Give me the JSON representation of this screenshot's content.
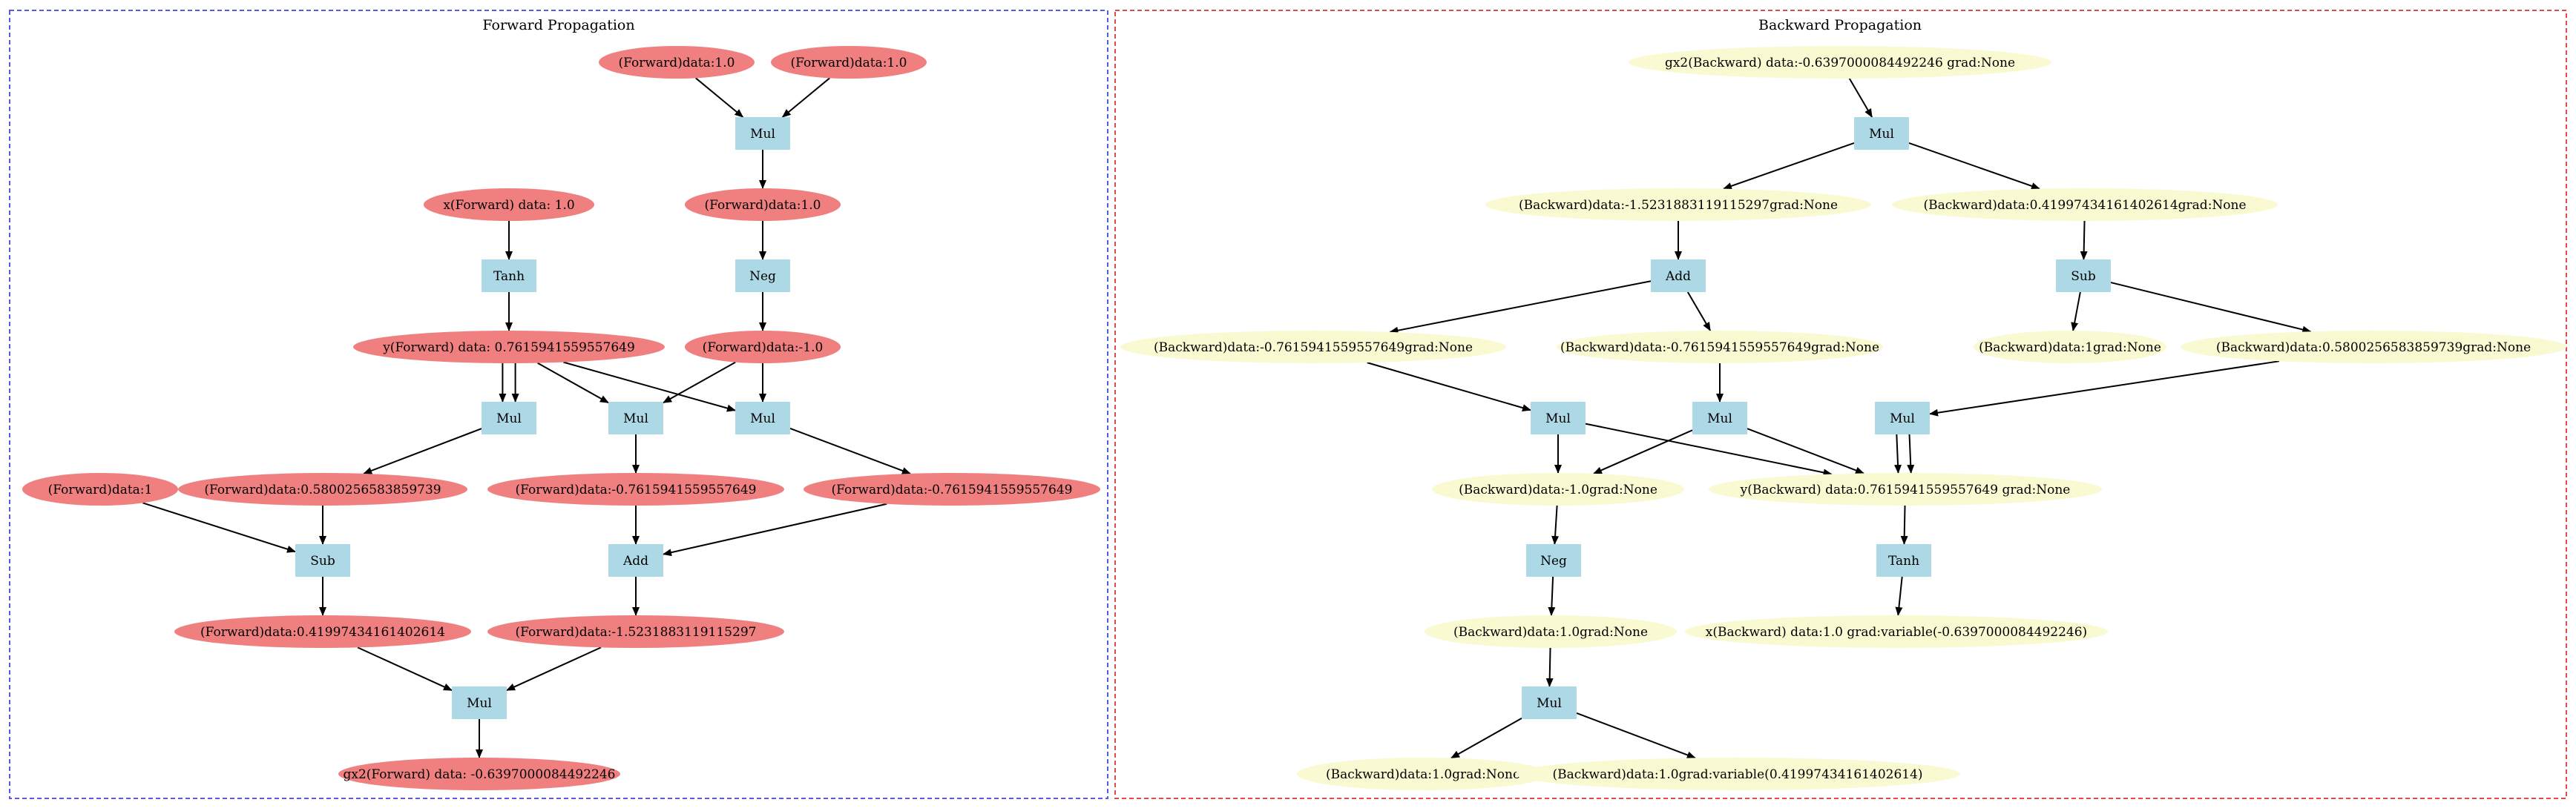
{
  "colors": {
    "forward_panel_border": "#5a5adf",
    "backward_panel_border": "#df4a4a",
    "forward_node_fill": "#f08080",
    "backward_node_fill": "#fafad2",
    "op_node_fill": "#add8e6",
    "edge": "#000000"
  },
  "forward": {
    "title": "Forward Propagation",
    "nodes": [
      {
        "id": "f_a1",
        "shape": "ellipse",
        "label": "(Forward)data:1.0"
      },
      {
        "id": "f_a2",
        "shape": "ellipse",
        "label": "(Forward)data:1.0"
      },
      {
        "id": "f_mul1",
        "shape": "box",
        "label": "Mul"
      },
      {
        "id": "f_x",
        "shape": "ellipse",
        "label": "x(Forward) data: 1.0"
      },
      {
        "id": "f_c1",
        "shape": "ellipse",
        "label": "(Forward)data:1.0"
      },
      {
        "id": "f_tanh",
        "shape": "box",
        "label": "Tanh"
      },
      {
        "id": "f_neg",
        "shape": "box",
        "label": "Neg"
      },
      {
        "id": "f_y",
        "shape": "ellipse",
        "label": "y(Forward) data: 0.7615941559557649"
      },
      {
        "id": "f_cm1",
        "shape": "ellipse",
        "label": "(Forward)data:-1.0"
      },
      {
        "id": "f_mul2",
        "shape": "box",
        "label": "Mul"
      },
      {
        "id": "f_mul3",
        "shape": "box",
        "label": "Mul"
      },
      {
        "id": "f_mul4",
        "shape": "box",
        "label": "Mul"
      },
      {
        "id": "f_one",
        "shape": "ellipse",
        "label": "(Forward)data:1"
      },
      {
        "id": "f_d1",
        "shape": "ellipse",
        "label": "(Forward)data:0.5800256583859739"
      },
      {
        "id": "f_d2",
        "shape": "ellipse",
        "label": "(Forward)data:-0.7615941559557649"
      },
      {
        "id": "f_d3",
        "shape": "ellipse",
        "label": "(Forward)data:-0.7615941559557649"
      },
      {
        "id": "f_sub",
        "shape": "box",
        "label": "Sub"
      },
      {
        "id": "f_add",
        "shape": "box",
        "label": "Add"
      },
      {
        "id": "f_e1",
        "shape": "ellipse",
        "label": "(Forward)data:0.41997434161402614"
      },
      {
        "id": "f_e2",
        "shape": "ellipse",
        "label": "(Forward)data:-1.5231883119115297"
      },
      {
        "id": "f_mul5",
        "shape": "box",
        "label": "Mul"
      },
      {
        "id": "f_gx2",
        "shape": "ellipse",
        "label": "gx2(Forward) data: -0.6397000084492246"
      }
    ]
  },
  "backward": {
    "title": "Backward Propagation",
    "nodes": [
      {
        "id": "b_gx2",
        "shape": "ellipse",
        "label": "gx2(Backward) data:-0.6397000084492246 grad:None"
      },
      {
        "id": "b_mul1",
        "shape": "box",
        "label": "Mul"
      },
      {
        "id": "b_r1",
        "shape": "ellipse",
        "label": "(Backward)data:-1.5231883119115297grad:None"
      },
      {
        "id": "b_r2",
        "shape": "ellipse",
        "label": "(Backward)data:0.41997434161402614grad:None"
      },
      {
        "id": "b_add",
        "shape": "box",
        "label": "Add"
      },
      {
        "id": "b_sub",
        "shape": "box",
        "label": "Sub"
      },
      {
        "id": "b_s1",
        "shape": "ellipse",
        "label": "(Backward)data:-0.7615941559557649grad:None"
      },
      {
        "id": "b_s2",
        "shape": "ellipse",
        "label": "(Backward)data:-0.7615941559557649grad:None"
      },
      {
        "id": "b_s3",
        "shape": "ellipse",
        "label": "(Backward)data:1grad:None"
      },
      {
        "id": "b_s4",
        "shape": "ellipse",
        "label": "(Backward)data:0.5800256583859739grad:None"
      },
      {
        "id": "b_mul2",
        "shape": "box",
        "label": "Mul"
      },
      {
        "id": "b_mul3",
        "shape": "box",
        "label": "Mul"
      },
      {
        "id": "b_mul4",
        "shape": "box",
        "label": "Mul"
      },
      {
        "id": "b_t1",
        "shape": "ellipse",
        "label": "(Backward)data:-1.0grad:None"
      },
      {
        "id": "b_y",
        "shape": "ellipse",
        "label": "y(Backward) data:0.7615941559557649 grad:None"
      },
      {
        "id": "b_neg",
        "shape": "box",
        "label": "Neg"
      },
      {
        "id": "b_tanh",
        "shape": "box",
        "label": "Tanh"
      },
      {
        "id": "b_u1",
        "shape": "ellipse",
        "label": "(Backward)data:1.0grad:None"
      },
      {
        "id": "b_x",
        "shape": "ellipse",
        "label": "x(Backward) data:1.0 grad:variable(-0.6397000084492246)"
      },
      {
        "id": "b_mul5",
        "shape": "box",
        "label": "Mul"
      },
      {
        "id": "b_v1",
        "shape": "ellipse",
        "label": "(Backward)data:1.0grad:None"
      },
      {
        "id": "b_v2",
        "shape": "ellipse",
        "label": "(Backward)data:1.0grad:variable(0.41997434161402614)"
      }
    ]
  },
  "edges": [
    [
      "f_a1",
      "f_mul1"
    ],
    [
      "f_a2",
      "f_mul1"
    ],
    [
      "f_mul1",
      "f_c1"
    ],
    [
      "f_x",
      "f_tanh"
    ],
    [
      "f_tanh",
      "f_y"
    ],
    [
      "f_c1",
      "f_neg"
    ],
    [
      "f_neg",
      "f_cm1"
    ],
    [
      "f_y",
      "f_mul2",
      -7
    ],
    [
      "f_y",
      "f_mul2",
      7
    ],
    [
      "f_y",
      "f_mul3"
    ],
    [
      "f_y",
      "f_mul4"
    ],
    [
      "f_cm1",
      "f_mul3"
    ],
    [
      "f_cm1",
      "f_mul4"
    ],
    [
      "f_mul2",
      "f_d1"
    ],
    [
      "f_mul3",
      "f_d2"
    ],
    [
      "f_mul4",
      "f_d3"
    ],
    [
      "f_one",
      "f_sub"
    ],
    [
      "f_d1",
      "f_sub"
    ],
    [
      "f_d2",
      "f_add"
    ],
    [
      "f_d3",
      "f_add"
    ],
    [
      "f_sub",
      "f_e1"
    ],
    [
      "f_add",
      "f_e2"
    ],
    [
      "f_e1",
      "f_mul5"
    ],
    [
      "f_e2",
      "f_mul5"
    ],
    [
      "f_mul5",
      "f_gx2"
    ],
    [
      "b_gx2",
      "b_mul1"
    ],
    [
      "b_mul1",
      "b_r1"
    ],
    [
      "b_mul1",
      "b_r2"
    ],
    [
      "b_r1",
      "b_add"
    ],
    [
      "b_r2",
      "b_sub"
    ],
    [
      "b_add",
      "b_s1"
    ],
    [
      "b_add",
      "b_s2"
    ],
    [
      "b_sub",
      "b_s3"
    ],
    [
      "b_sub",
      "b_s4"
    ],
    [
      "b_s1",
      "b_mul2"
    ],
    [
      "b_s2",
      "b_mul3"
    ],
    [
      "b_s4",
      "b_mul4"
    ],
    [
      "b_mul2",
      "b_t1"
    ],
    [
      "b_mul2",
      "b_y"
    ],
    [
      "b_mul3",
      "b_t1"
    ],
    [
      "b_mul3",
      "b_y"
    ],
    [
      "b_mul4",
      "b_y",
      -7
    ],
    [
      "b_mul4",
      "b_y",
      7
    ],
    [
      "b_t1",
      "b_neg"
    ],
    [
      "b_y",
      "b_tanh"
    ],
    [
      "b_neg",
      "b_u1"
    ],
    [
      "b_tanh",
      "b_x"
    ],
    [
      "b_u1",
      "b_mul5"
    ],
    [
      "b_mul5",
      "b_v1"
    ],
    [
      "b_mul5",
      "b_v2"
    ]
  ]
}
